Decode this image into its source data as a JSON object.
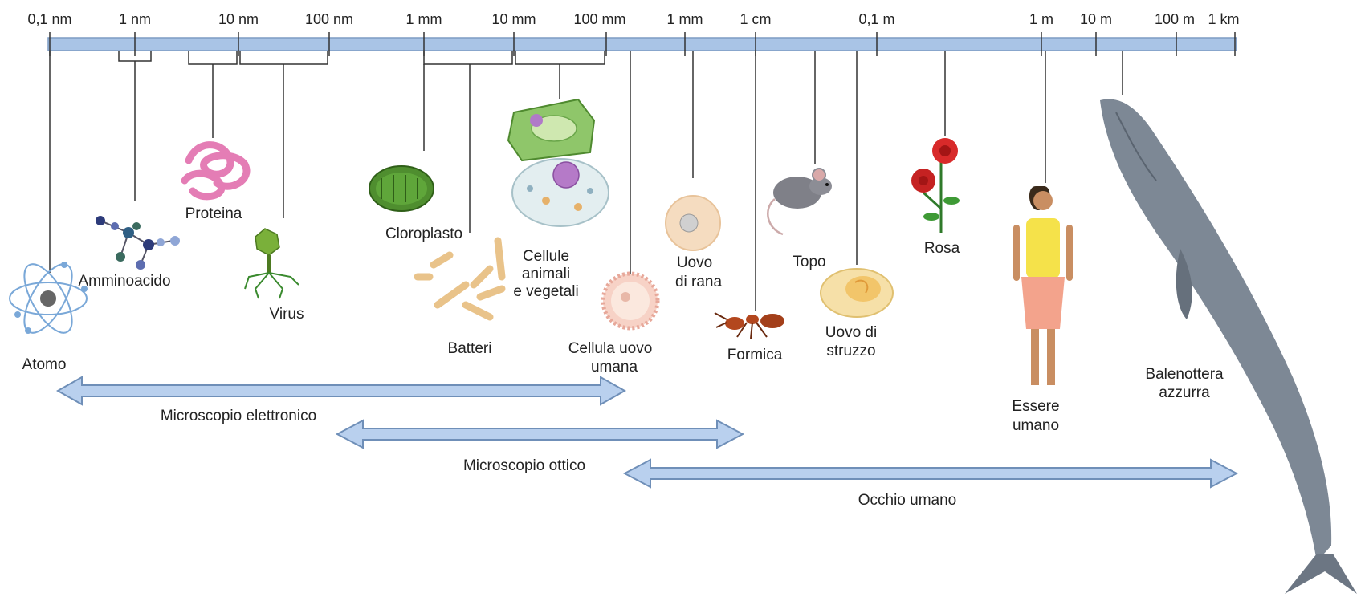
{
  "scale": {
    "ticks": [
      "0,1 nm",
      "1 nm",
      "10 nm",
      "100 nm",
      "1 mm",
      "10 mm",
      "100 mm",
      "1 mm",
      "1 cm",
      "0,1 m",
      "1 m",
      "10 m",
      "100 m",
      "1 km"
    ]
  },
  "items": {
    "atomo": "Atomo",
    "amminoacido": "Amminoacido",
    "proteina": "Proteina",
    "virus": "Virus",
    "cloroplasto": "Cloroplasto",
    "batteri": "Batteri",
    "cellule_1": "Cellule",
    "cellule_2": "animali",
    "cellule_3": "e vegetali",
    "cellula_uovo_1": "Cellula uovo",
    "cellula_uovo_2": "umana",
    "uovo_rana_1": "Uovo",
    "uovo_rana_2": "di rana",
    "formica": "Formica",
    "topo": "Topo",
    "uovo_struzzo_1": "Uovo di",
    "uovo_struzzo_2": "struzzo",
    "rosa": "Rosa",
    "essere_umano_1": "Essere",
    "essere_umano_2": "umano",
    "balenottera_1": "Balenottera",
    "balenottera_2": "azzurra"
  },
  "ranges": {
    "elettronico": "Microscopio elettronico",
    "ottico": "Microscopio ottico",
    "occhio": "Occhio umano"
  },
  "colors": {
    "scale_bar": "#a9c4e6",
    "arrow_fill": "#b9d0ee",
    "arrow_stroke": "#6f8fb8"
  }
}
